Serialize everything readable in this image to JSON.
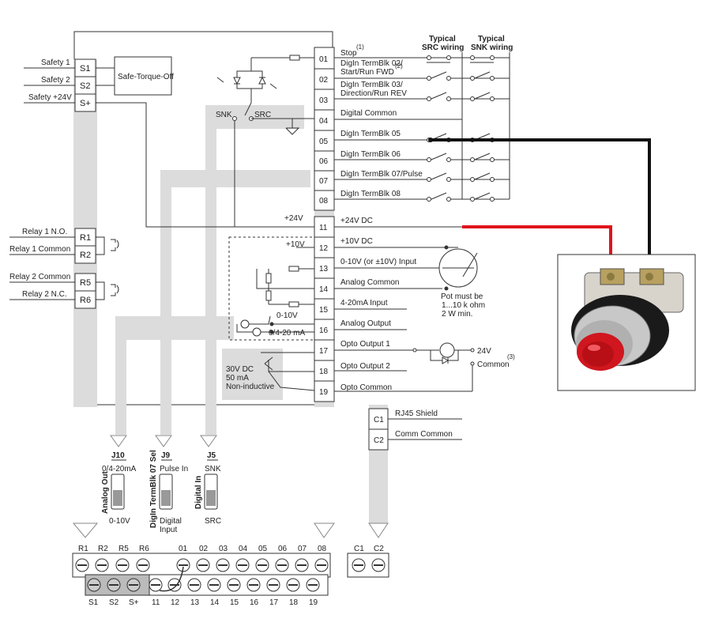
{
  "left_inputs": {
    "safety1": "Safety 1",
    "safety2": "Safety 2",
    "safety24": "Safety +24V",
    "relay1no": "Relay 1 N.O.",
    "relay1com": "Relay 1 Common",
    "relay2com": "Relay 2 Common",
    "relay2nc": "Relay 2 N.C."
  },
  "left_terminals": [
    "S1",
    "S2",
    "S+",
    "R1",
    "R2",
    "R5",
    "R6"
  ],
  "sto_label": "Safe-Torque-Off",
  "snk_label": "SNK",
  "src_label": "SRC",
  "plus24": "+24V",
  "plus10": "+10V",
  "range_0_10": "0-10V",
  "range_4_20": "0/4-20 mA",
  "opto_spec": [
    "30V DC",
    "50 mA",
    "Non-inductive"
  ],
  "right_terminals": [
    "01",
    "02",
    "03",
    "04",
    "05",
    "06",
    "07",
    "08",
    "11",
    "12",
    "13",
    "14",
    "15",
    "16",
    "17",
    "18",
    "19"
  ],
  "right_labels": [
    "Stop",
    "DigIn TermBlk 02/",
    "Start/Run FWD",
    "DigIn TermBlk 03/",
    "Direction/Run REV",
    "Digital Common",
    "DigIn TermBlk 05",
    "DigIn TermBlk 06",
    "DigIn TermBlk 07/Pulse",
    "DigIn TermBlk 08",
    "+24V DC",
    "+10V DC",
    "0-10V (or ±10V) Input",
    "Analog Common",
    "4-20mA Input",
    "Analog Output",
    "Opto Output 1",
    "Opto Output 2",
    "Opto Common"
  ],
  "note1": "(1)",
  "note2": "(2)",
  "note3": "(3)",
  "wiring_headers": {
    "src1": "Typical",
    "src2": "SRC wiring",
    "snk1": "Typical",
    "snk2": "SNK wiring"
  },
  "pot_note": [
    "Pot must be",
    "1...10 k ohm",
    "2 W min."
  ],
  "opto_out_24": "24V",
  "opto_out_common": "Common",
  "comm": {
    "c1": "C1",
    "c2": "C2",
    "rj45": "RJ45 Shield",
    "common": "Comm Common"
  },
  "jumpers": [
    {
      "id": "J10",
      "top": "0/4-20mA",
      "side": "Analog Out",
      "bottom": "0-10V"
    },
    {
      "id": "J9",
      "top": "Pulse In",
      "side": "DigIn TermBlk 07 Sel",
      "bottom": "Digital",
      "bottom2": "Input"
    },
    {
      "id": "J5",
      "top": "SNK",
      "side": "Digital In",
      "bottom": "SRC"
    }
  ],
  "bottom_top_labels": [
    "R1",
    "R2",
    "R5",
    "R6",
    "01",
    "02",
    "03",
    "04",
    "05",
    "06",
    "07",
    "08",
    "C1",
    "C2"
  ],
  "bottom_bottom_labels": [
    "S1",
    "S2",
    "S+",
    "11",
    "12",
    "13",
    "14",
    "15",
    "16",
    "17",
    "18",
    "19"
  ],
  "colors": {
    "red_wire": "#e0141e",
    "black_wire": "#111111",
    "shade": "#dcdcdc"
  }
}
